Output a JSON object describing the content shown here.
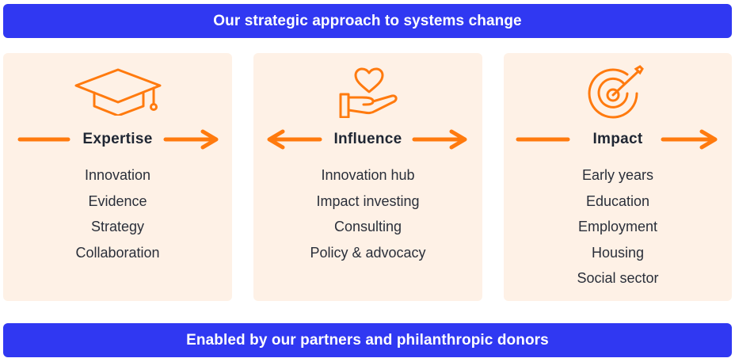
{
  "header": {
    "title": "Our strategic approach to systems change"
  },
  "footer": {
    "title": "Enabled by our partners and philanthropic donors"
  },
  "colors": {
    "banner": "#3038F2",
    "panel": "#FEF1E6",
    "accent": "#FF7A0E",
    "text": "#1F2633"
  },
  "panels": [
    {
      "heading": "Expertise",
      "icon": "graduation-cap-icon",
      "arrows": "line-left, arrow-right",
      "items": [
        "Innovation",
        "Evidence",
        "Strategy",
        "Collaboration"
      ]
    },
    {
      "heading": "Influence",
      "icon": "hand-heart-icon",
      "arrows": "arrow-left, arrow-right",
      "items": [
        "Innovation hub",
        "Impact investing",
        "Consulting",
        "Policy & advocacy"
      ]
    },
    {
      "heading": "Impact",
      "icon": "target-dart-icon",
      "arrows": "line-left, arrow-right",
      "items": [
        "Early years",
        "Education",
        "Employment",
        "Housing",
        "Social sector"
      ]
    }
  ]
}
